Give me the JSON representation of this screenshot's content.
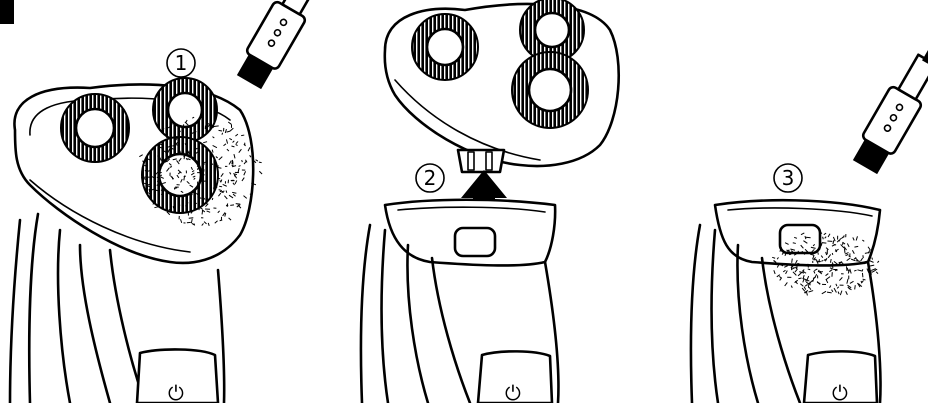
{
  "figure": {
    "steps": [
      {
        "label": "1",
        "action": "brush-cutting-unit"
      },
      {
        "label": "2",
        "action": "remove-shaving-unit"
      },
      {
        "label": "3",
        "action": "brush-hair-chamber"
      }
    ],
    "power_symbol": "⏻",
    "colors": {
      "ink": "#000000",
      "paper": "#ffffff"
    }
  }
}
